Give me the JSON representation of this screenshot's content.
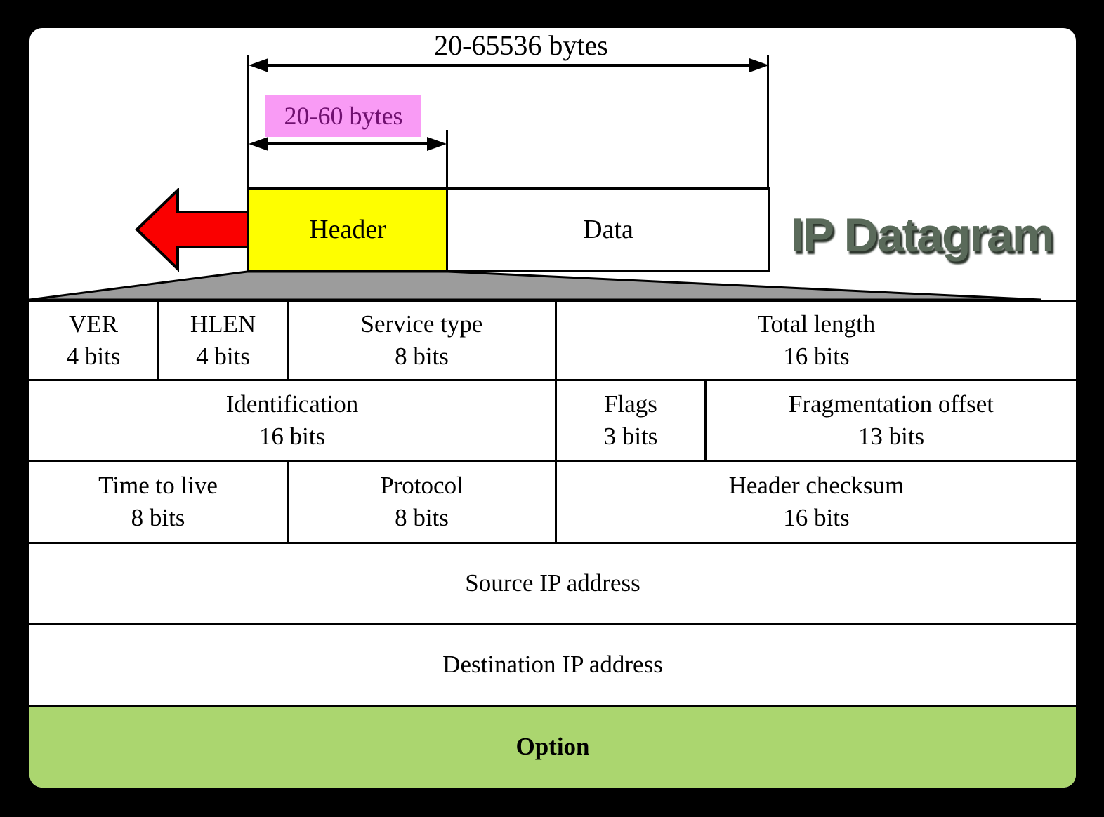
{
  "title": "IP Datagram",
  "annotations": {
    "total_span_label": "20-65536 bytes",
    "header_span_label": "20-60 bytes"
  },
  "datagram": {
    "header_label": "Header",
    "data_label": "Data"
  },
  "header_fields": {
    "rows": [
      {
        "cells": [
          {
            "name": "VER",
            "bits": "4 bits"
          },
          {
            "name": "HLEN",
            "bits": "4 bits"
          },
          {
            "name": "Service type",
            "bits": "8 bits"
          },
          {
            "name": "Total length",
            "bits": "16 bits"
          }
        ]
      },
      {
        "cells": [
          {
            "name": "Identification",
            "bits": "16 bits"
          },
          {
            "name": "Flags",
            "bits": "3 bits"
          },
          {
            "name": "Fragmentation offset",
            "bits": "13 bits"
          }
        ]
      },
      {
        "cells": [
          {
            "name": "Time to live",
            "bits": "8 bits"
          },
          {
            "name": "Protocol",
            "bits": "8 bits"
          },
          {
            "name": "Header checksum",
            "bits": "16 bits"
          }
        ]
      },
      {
        "cells": [
          {
            "name": "Source IP address"
          }
        ]
      },
      {
        "cells": [
          {
            "name": "Destination IP address"
          }
        ]
      },
      {
        "cells": [
          {
            "name": "Option"
          }
        ]
      }
    ]
  },
  "colors": {
    "header_box_yellow": "#FEFE00",
    "highlight_pink": "#F99BF5",
    "highlight_text_purple": "#701070",
    "option_row_green": "#ABD66F",
    "arrow_red": "#FA0000",
    "funnel_gray": "#9C9C9C",
    "title_gray_green": "#5A6A5A",
    "background": "#000000",
    "panel": "#FFFFFF"
  }
}
